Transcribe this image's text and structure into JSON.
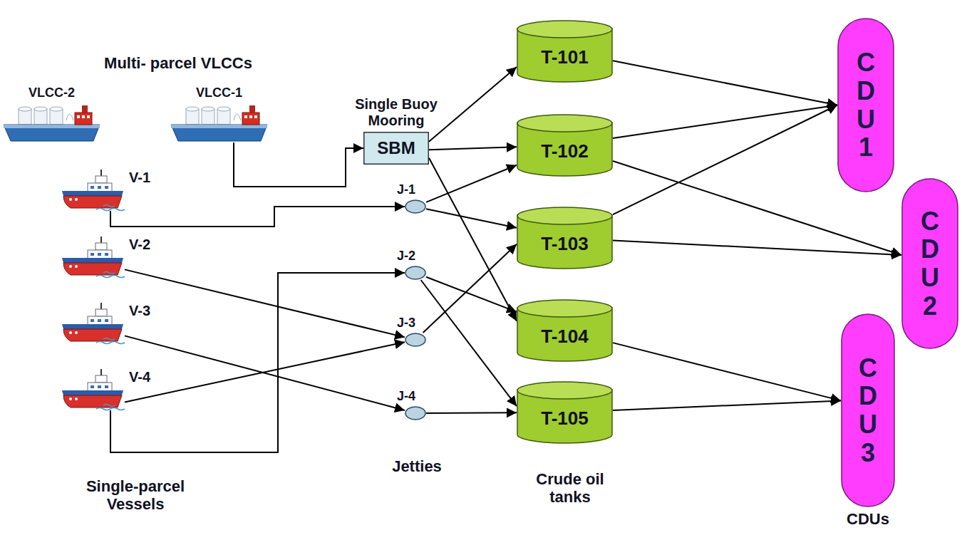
{
  "diagram": {
    "nodes": [
      {
        "text": [
          "VLCC-2"
        ]
      },
      {
        "text": [
          "VLCC-1"
        ]
      },
      {
        "text": [
          "Single Buoy Mooring",
          "SBM"
        ]
      },
      {
        "text": [
          "V-1"
        ]
      },
      {
        "text": [
          "V-2"
        ]
      },
      {
        "text": [
          "V-3"
        ]
      },
      {
        "text": [
          "V-4"
        ]
      },
      {
        "text": [
          "J-1"
        ]
      },
      {
        "text": [
          "J-2"
        ]
      },
      {
        "text": [
          "J-3"
        ]
      },
      {
        "text": [
          "J-4"
        ]
      },
      {
        "text": [
          "T-101"
        ]
      },
      {
        "text": [
          "T-102"
        ]
      },
      {
        "text": [
          "T-103"
        ]
      },
      {
        "text": [
          "T-104"
        ]
      },
      {
        "text": [
          "T-105"
        ]
      },
      {
        "text": [
          "C D U 1"
        ]
      },
      {
        "text": [
          "C D U 2"
        ]
      },
      {
        "text": [
          "C D U 3"
        ]
      }
    ],
    "edges": [
      {
        "from": 1,
        "to": 2,
        "arrow": "to"
      },
      {
        "from": 3,
        "to": 7,
        "arrow": "to"
      },
      {
        "from": 4,
        "to": 9,
        "arrow": "to"
      },
      {
        "from": 5,
        "to": 10,
        "arrow": "to"
      },
      {
        "from": 6,
        "to": 9,
        "arrow": "to"
      },
      {
        "from": 6,
        "to": 8,
        "arrow": "to"
      },
      {
        "from": 2,
        "to": 11,
        "arrow": "to"
      },
      {
        "from": 2,
        "to": 12,
        "arrow": "to"
      },
      {
        "from": 2,
        "to": 14,
        "arrow": "to"
      },
      {
        "from": 7,
        "to": 12,
        "arrow": "to"
      },
      {
        "from": 7,
        "to": 13,
        "arrow": "to"
      },
      {
        "from": 8,
        "to": 14,
        "arrow": "to"
      },
      {
        "from": 8,
        "to": 15,
        "arrow": "to"
      },
      {
        "from": 9,
        "to": 13,
        "arrow": "to"
      },
      {
        "from": 10,
        "to": 15,
        "arrow": "to"
      },
      {
        "from": 11,
        "to": 16,
        "arrow": "to"
      },
      {
        "from": 12,
        "to": 16,
        "arrow": "to"
      },
      {
        "from": 13,
        "to": 16,
        "arrow": "to"
      },
      {
        "from": 12,
        "to": 17,
        "arrow": "to"
      },
      {
        "from": 13,
        "to": 17,
        "arrow": "to"
      },
      {
        "from": 14,
        "to": 18,
        "arrow": "to"
      },
      {
        "from": 15,
        "to": 18,
        "arrow": "to"
      }
    ],
    "labels": [
      "Multi- parcel VLCCs",
      "Single-parcel Vessels",
      "Jetties",
      "Crude oil tanks",
      "CDUs"
    ]
  }
}
